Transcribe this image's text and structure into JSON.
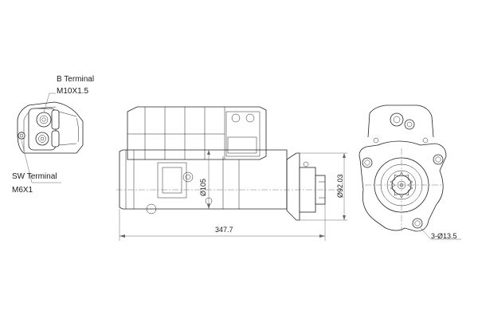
{
  "terminals": {
    "b_terminal": {
      "name": "B Terminal",
      "thread": "M10X1.5"
    },
    "sw_terminal": {
      "name": "SW Terminal",
      "thread": "M6X1"
    }
  },
  "dimensions": {
    "overall_length": "347.7",
    "flange_diameter": "Ø105",
    "pilot_diameter": "Ø92.03",
    "mounting_holes": "3-Ø13.5"
  }
}
